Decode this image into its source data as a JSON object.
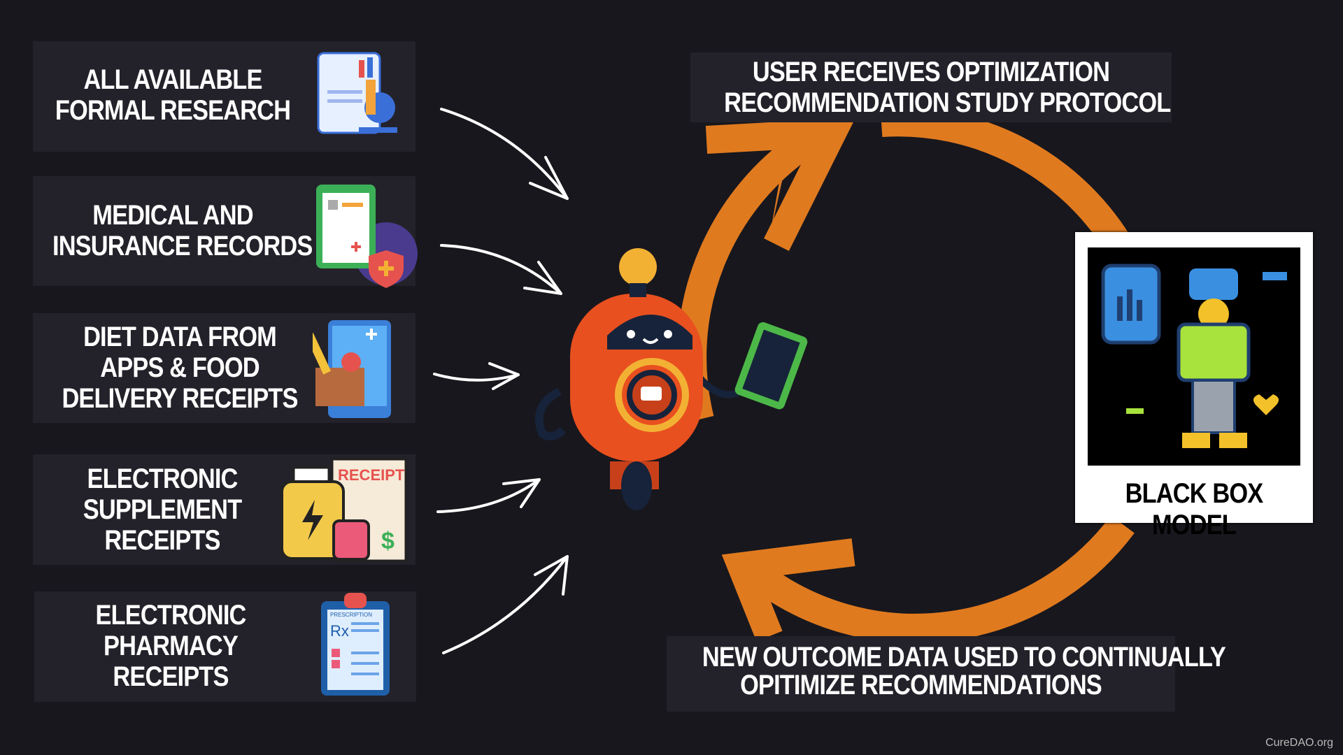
{
  "sources": [
    {
      "label_lines": [
        "All available",
        "formal research"
      ],
      "icon": "research-microscope-icon"
    },
    {
      "label_lines": [
        "Medical and",
        "insurance records"
      ],
      "icon": "medical-clipboard-icon"
    },
    {
      "label_lines": [
        "Diet data from",
        "apps & food",
        "delivery receipts"
      ],
      "icon": "grocery-tablet-icon"
    },
    {
      "label_lines": [
        "Electronic",
        "supplement",
        "receipts"
      ],
      "icon": "supplement-receipt-icon",
      "receipt_word": "RECEIPT"
    },
    {
      "label_lines": [
        "Electronic",
        "pharmacy",
        "receipts"
      ],
      "icon": "prescription-clipboard-icon",
      "prescription_word": "PRESCRIPTION"
    }
  ],
  "top_box": {
    "lines": [
      "User receives optimization",
      "recommendation study protocol"
    ]
  },
  "bottom_box": {
    "lines": [
      "New outcome data used to continually",
      "opitimize recommendations"
    ]
  },
  "black_box": {
    "title": "BLACK BOX MODEL"
  },
  "footer": "CureDAO.org",
  "colors": {
    "background": "#18171d",
    "box": "#23222a",
    "cycle": "#e07a1f",
    "robot": "#e8501f"
  }
}
